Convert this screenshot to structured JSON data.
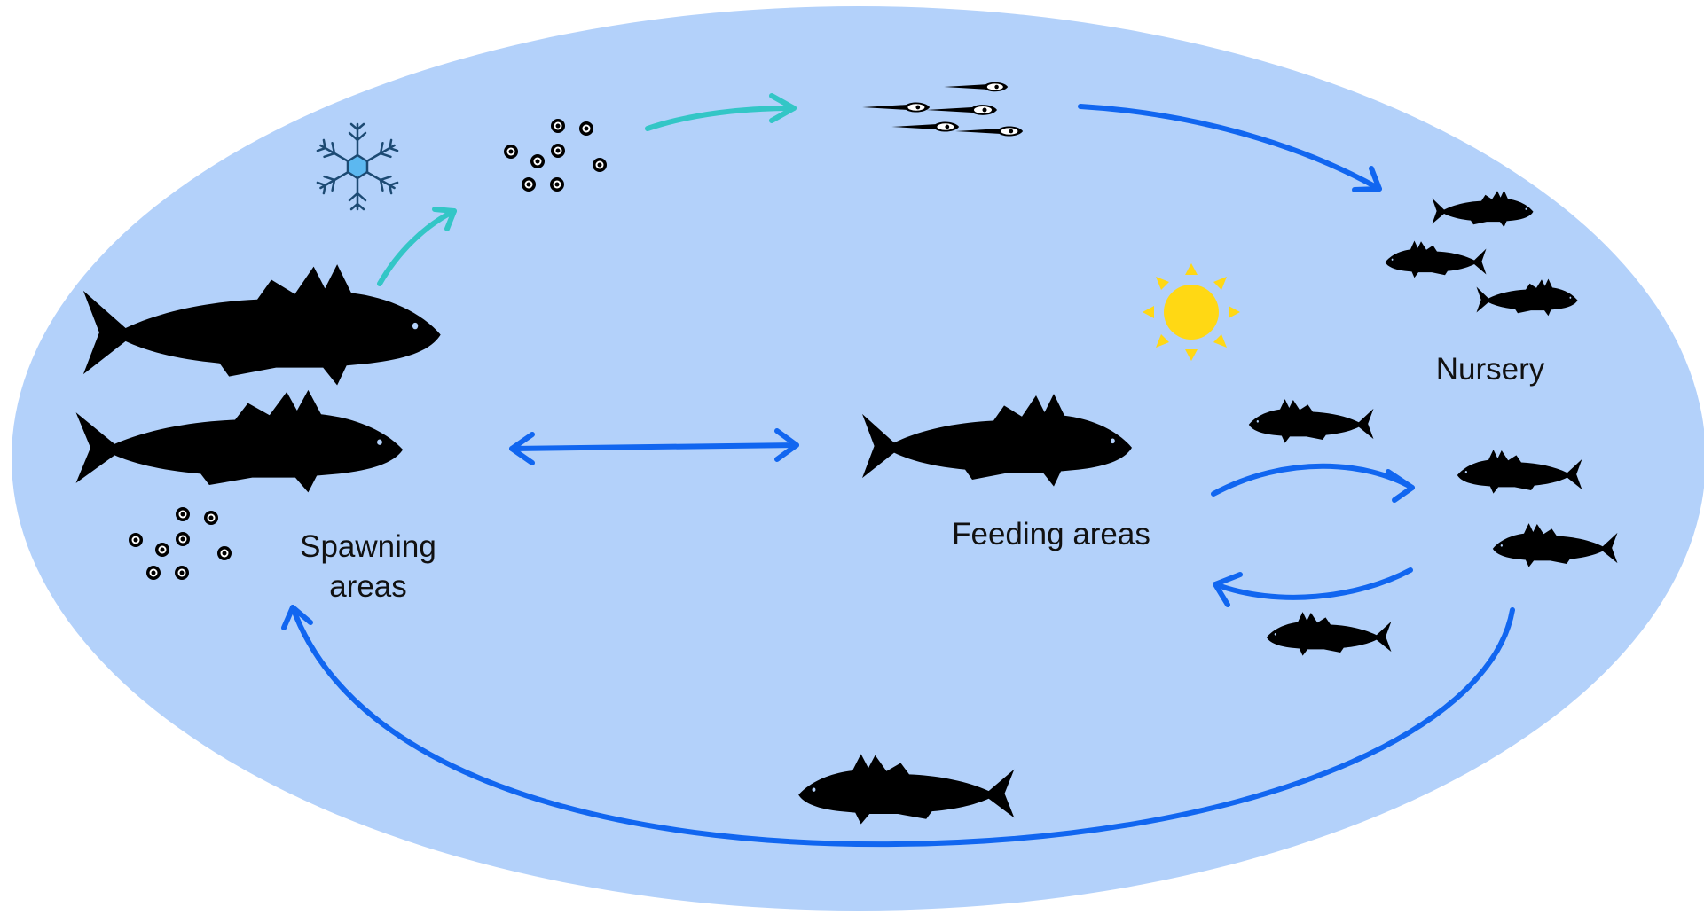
{
  "labels": {
    "spawning": "Spawning areas",
    "feeding": "Feeding areas",
    "nursery": "Nursery"
  },
  "colors": {
    "background": "#b3d1fa",
    "arrow_blue": "#1166f0",
    "arrow_teal": "#33c6c6",
    "fish": "#000000",
    "sun": "#ffd814",
    "snowflake": "#5cb8f0"
  },
  "icons": [
    "fish-silhouette",
    "egg",
    "larva",
    "snowflake-icon",
    "sun-icon"
  ]
}
